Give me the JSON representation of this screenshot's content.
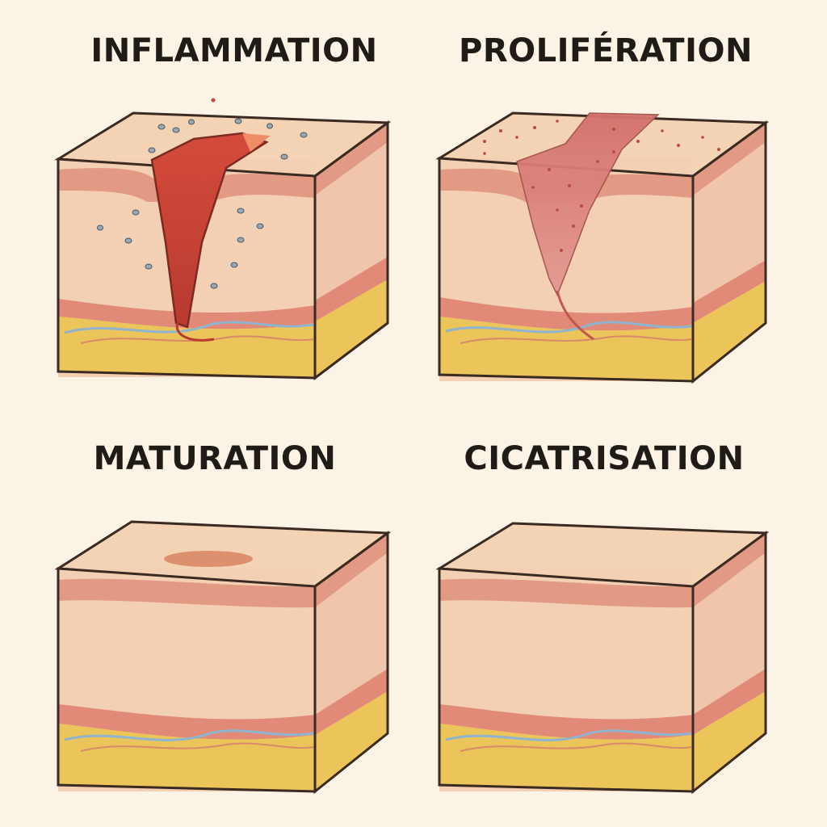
{
  "stages": [
    {
      "title": "INFLAMMATION"
    },
    {
      "title": "PROLIFÉRATION"
    },
    {
      "title": "MATURATION"
    },
    {
      "title": "CICATRISATION"
    }
  ],
  "colors": {
    "background": "#fbf3e6",
    "epidermis_top": "#f3d3b4",
    "dermis_band": "#e39a84",
    "dermis": "#f3cfb4",
    "fat": "#ecc55a",
    "vein": "#8fb4cf",
    "wound": "#c9473a",
    "granulation": "#d87b78",
    "outline": "#3b2a22"
  }
}
